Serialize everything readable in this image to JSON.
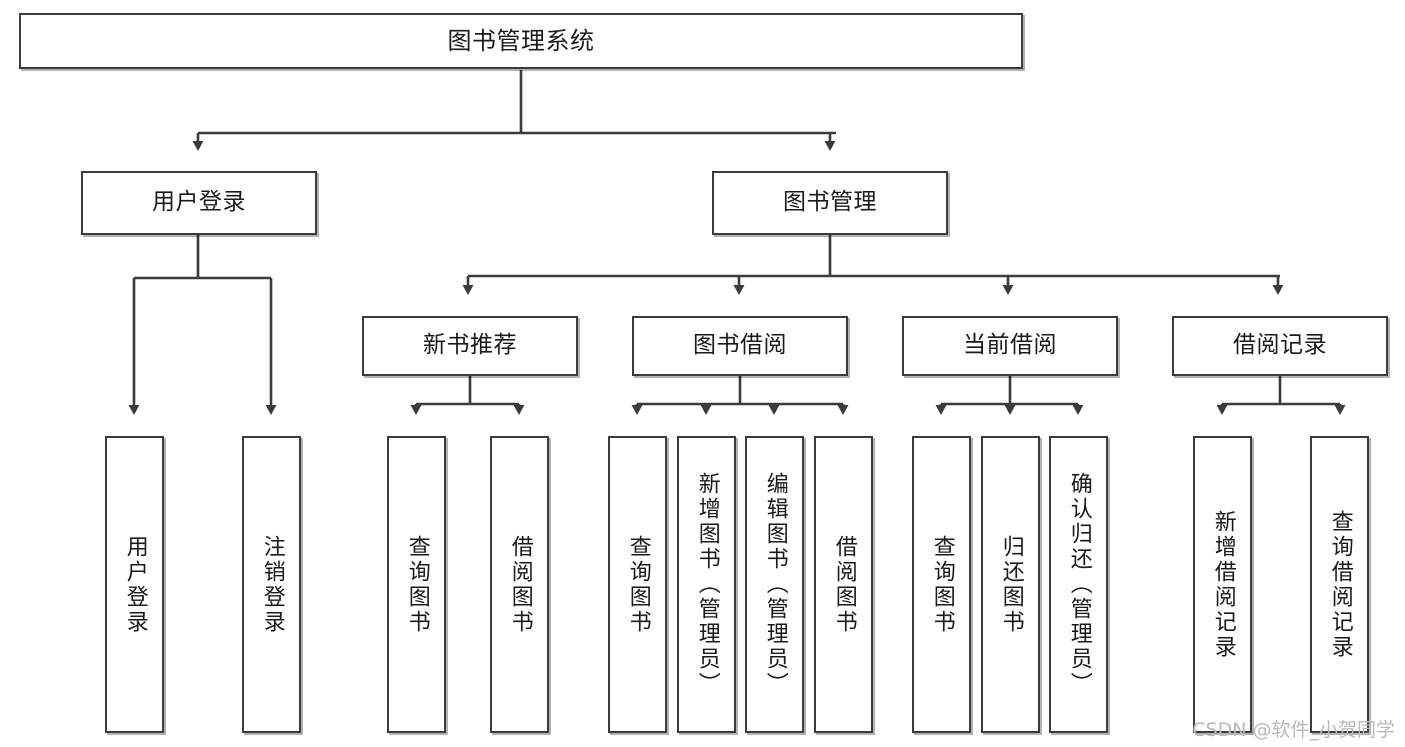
{
  "diagram": {
    "title": "图书管理系统",
    "type": "tree-hierarchy",
    "watermark": "CSDN @软件_小贺同学",
    "colors": {
      "box_border": "#3b3b3b",
      "box_fill": "#ffffff",
      "edge": "#3b3b3b",
      "text": "#1a1a1a",
      "watermark": "#b9b9b9"
    },
    "nodes": {
      "root": {
        "label": "图书管理系统"
      },
      "level1": [
        {
          "id": "user-login",
          "label": "用户登录"
        },
        {
          "id": "book-management",
          "label": "图书管理"
        }
      ],
      "level2": [
        {
          "id": "new-book-recommend",
          "label": "新书推荐"
        },
        {
          "id": "book-borrow",
          "label": "图书借阅"
        },
        {
          "id": "current-borrow",
          "label": "当前借阅"
        },
        {
          "id": "borrow-record",
          "label": "借阅记录"
        }
      ],
      "leaves": {
        "user-login": [
          {
            "id": "leaf-user-login",
            "label": "用户登录"
          },
          {
            "id": "leaf-logout-login",
            "label": "注销登录"
          }
        ],
        "new-book-recommend": [
          {
            "id": "leaf-query-book-1",
            "label": "查询图书"
          },
          {
            "id": "leaf-borrow-book-1",
            "label": "借阅图书"
          }
        ],
        "book-borrow": [
          {
            "id": "leaf-query-book-2",
            "label": "查询图书"
          },
          {
            "id": "leaf-add-book",
            "label": "新增图书（管理员）"
          },
          {
            "id": "leaf-edit-book",
            "label": "编辑图书（管理员）"
          },
          {
            "id": "leaf-borrow-book-2",
            "label": "借阅图书"
          }
        ],
        "current-borrow": [
          {
            "id": "leaf-query-book-3",
            "label": "查询图书"
          },
          {
            "id": "leaf-return-book",
            "label": "归还图书"
          },
          {
            "id": "leaf-confirm-return",
            "label": "确认归还（管理员）"
          }
        ],
        "borrow-record": [
          {
            "id": "leaf-add-record",
            "label": "新增借阅记录"
          },
          {
            "id": "leaf-query-record",
            "label": "查询借阅记录"
          }
        ]
      }
    }
  }
}
